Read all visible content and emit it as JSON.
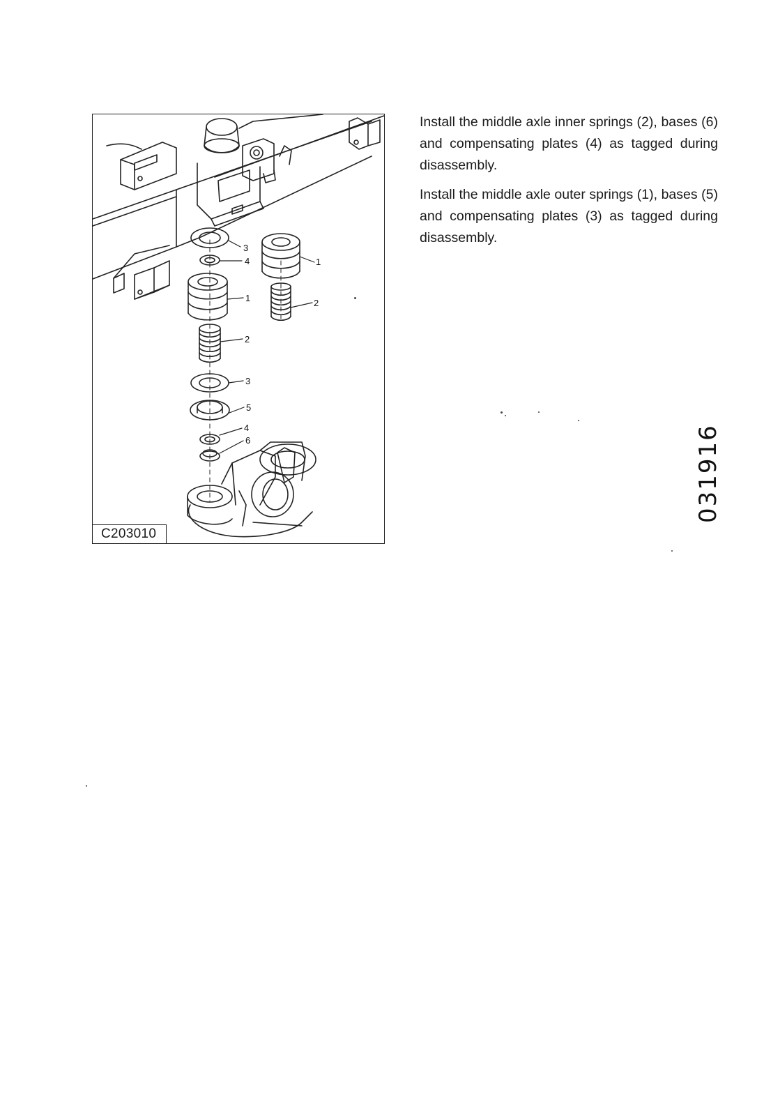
{
  "figure": {
    "caption": "C203010",
    "callouts": [
      {
        "id": "c3a",
        "label": "3"
      },
      {
        "id": "c4a",
        "label": "4"
      },
      {
        "id": "c1a",
        "label": "1"
      },
      {
        "id": "c2a",
        "label": "2"
      },
      {
        "id": "c3b",
        "label": "3"
      },
      {
        "id": "c5",
        "label": "5"
      },
      {
        "id": "c4b",
        "label": "4"
      },
      {
        "id": "c6",
        "label": "6"
      },
      {
        "id": "c1b",
        "label": "1"
      },
      {
        "id": "c2b",
        "label": "2"
      }
    ]
  },
  "instructions": [
    "Install the middle axle inner springs (2), bases (6) and compensating plates (4) as tagged during disassembly.",
    "Install the middle axle outer springs (1), bases (5) and compensating plates (3) as tagged during disassembly."
  ],
  "stamp": "031916"
}
